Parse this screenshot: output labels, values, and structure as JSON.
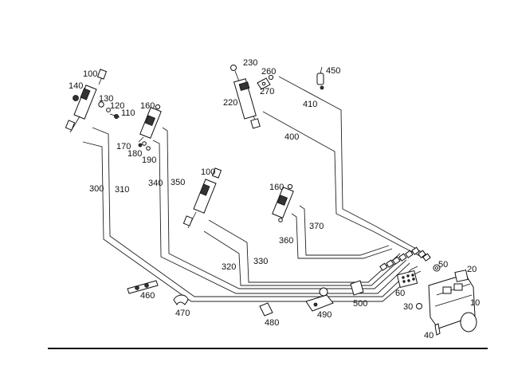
{
  "diagram": {
    "part_labels": [
      {
        "id": "l100a",
        "text": "100"
      },
      {
        "id": "l140",
        "text": "140"
      },
      {
        "id": "l130",
        "text": "130"
      },
      {
        "id": "l120",
        "text": "120"
      },
      {
        "id": "l110",
        "text": "110"
      },
      {
        "id": "l160a",
        "text": "160"
      },
      {
        "id": "l170",
        "text": "170"
      },
      {
        "id": "l180",
        "text": "180"
      },
      {
        "id": "l190",
        "text": "190"
      },
      {
        "id": "l230",
        "text": "230"
      },
      {
        "id": "l260",
        "text": "260"
      },
      {
        "id": "l270",
        "text": "270"
      },
      {
        "id": "l220",
        "text": "220"
      },
      {
        "id": "l450",
        "text": "450"
      },
      {
        "id": "l410",
        "text": "410"
      },
      {
        "id": "l400",
        "text": "400"
      },
      {
        "id": "l300",
        "text": "300"
      },
      {
        "id": "l310",
        "text": "310"
      },
      {
        "id": "l340",
        "text": "340"
      },
      {
        "id": "l350",
        "text": "350"
      },
      {
        "id": "l100b",
        "text": "100"
      },
      {
        "id": "l160b",
        "text": "160"
      },
      {
        "id": "l370",
        "text": "370"
      },
      {
        "id": "l360",
        "text": "360"
      },
      {
        "id": "l320",
        "text": "320"
      },
      {
        "id": "l330",
        "text": "330"
      },
      {
        "id": "l50",
        "text": "50"
      },
      {
        "id": "l20",
        "text": "20"
      },
      {
        "id": "l60",
        "text": "60"
      },
      {
        "id": "l10",
        "text": "10"
      },
      {
        "id": "l30",
        "text": "30"
      },
      {
        "id": "l40",
        "text": "40"
      },
      {
        "id": "l460",
        "text": "460"
      },
      {
        "id": "l470",
        "text": "470"
      },
      {
        "id": "l480",
        "text": "480"
      },
      {
        "id": "l490",
        "text": "490"
      },
      {
        "id": "l500",
        "text": "500"
      }
    ]
  }
}
